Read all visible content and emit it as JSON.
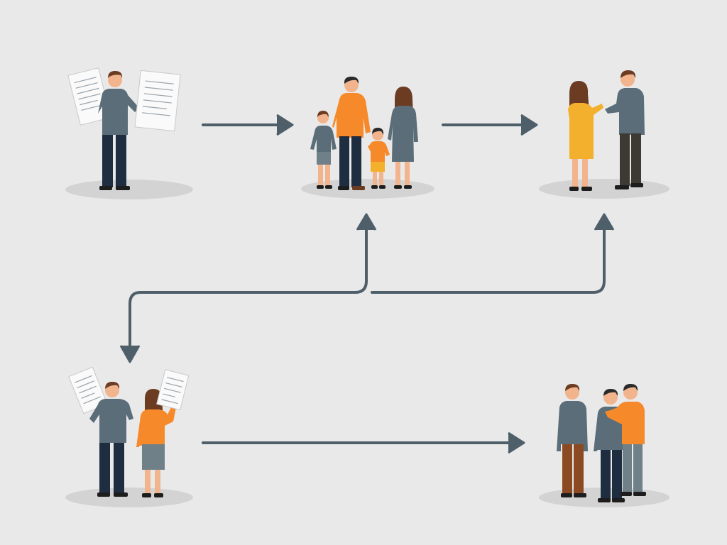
{
  "diagram": {
    "colors": {
      "background": "#e9e9e9",
      "arrow": "#4f5f6a",
      "shadow": "#d3d3d3",
      "slate": "#5a6d78",
      "navy": "#1f2d40",
      "orange": "#f68a2a",
      "yellow": "#f3b02c",
      "skin": "#f1b48d",
      "hair_dark": "#2a2a2a",
      "hair_brown": "#6b3b22",
      "paper": "#fafafa"
    },
    "nodes": [
      {
        "id": "single-person-documents",
        "figures": [
          "man-slate",
          "document",
          "document"
        ]
      },
      {
        "id": "family-group",
        "figures": [
          "boy",
          "father-orange",
          "girl",
          "mother-slate"
        ]
      },
      {
        "id": "couple",
        "figures": [
          "woman-yellow",
          "man-slate"
        ]
      },
      {
        "id": "couple-documents",
        "figures": [
          "man-slate",
          "woman-orange",
          "document",
          "document"
        ]
      },
      {
        "id": "three-men-group",
        "figures": [
          "man-slate",
          "man-slate",
          "man-orange"
        ]
      }
    ],
    "connections": [
      {
        "from": "single-person-documents",
        "to": "family-group"
      },
      {
        "from": "family-group",
        "to": "couple"
      },
      {
        "from": "couple-documents",
        "to": "three-men-group"
      },
      {
        "from": "branch-line",
        "to": "family-group"
      },
      {
        "from": "branch-line",
        "to": "couple-documents"
      },
      {
        "from": "branch-line",
        "to": "couple"
      }
    ]
  }
}
